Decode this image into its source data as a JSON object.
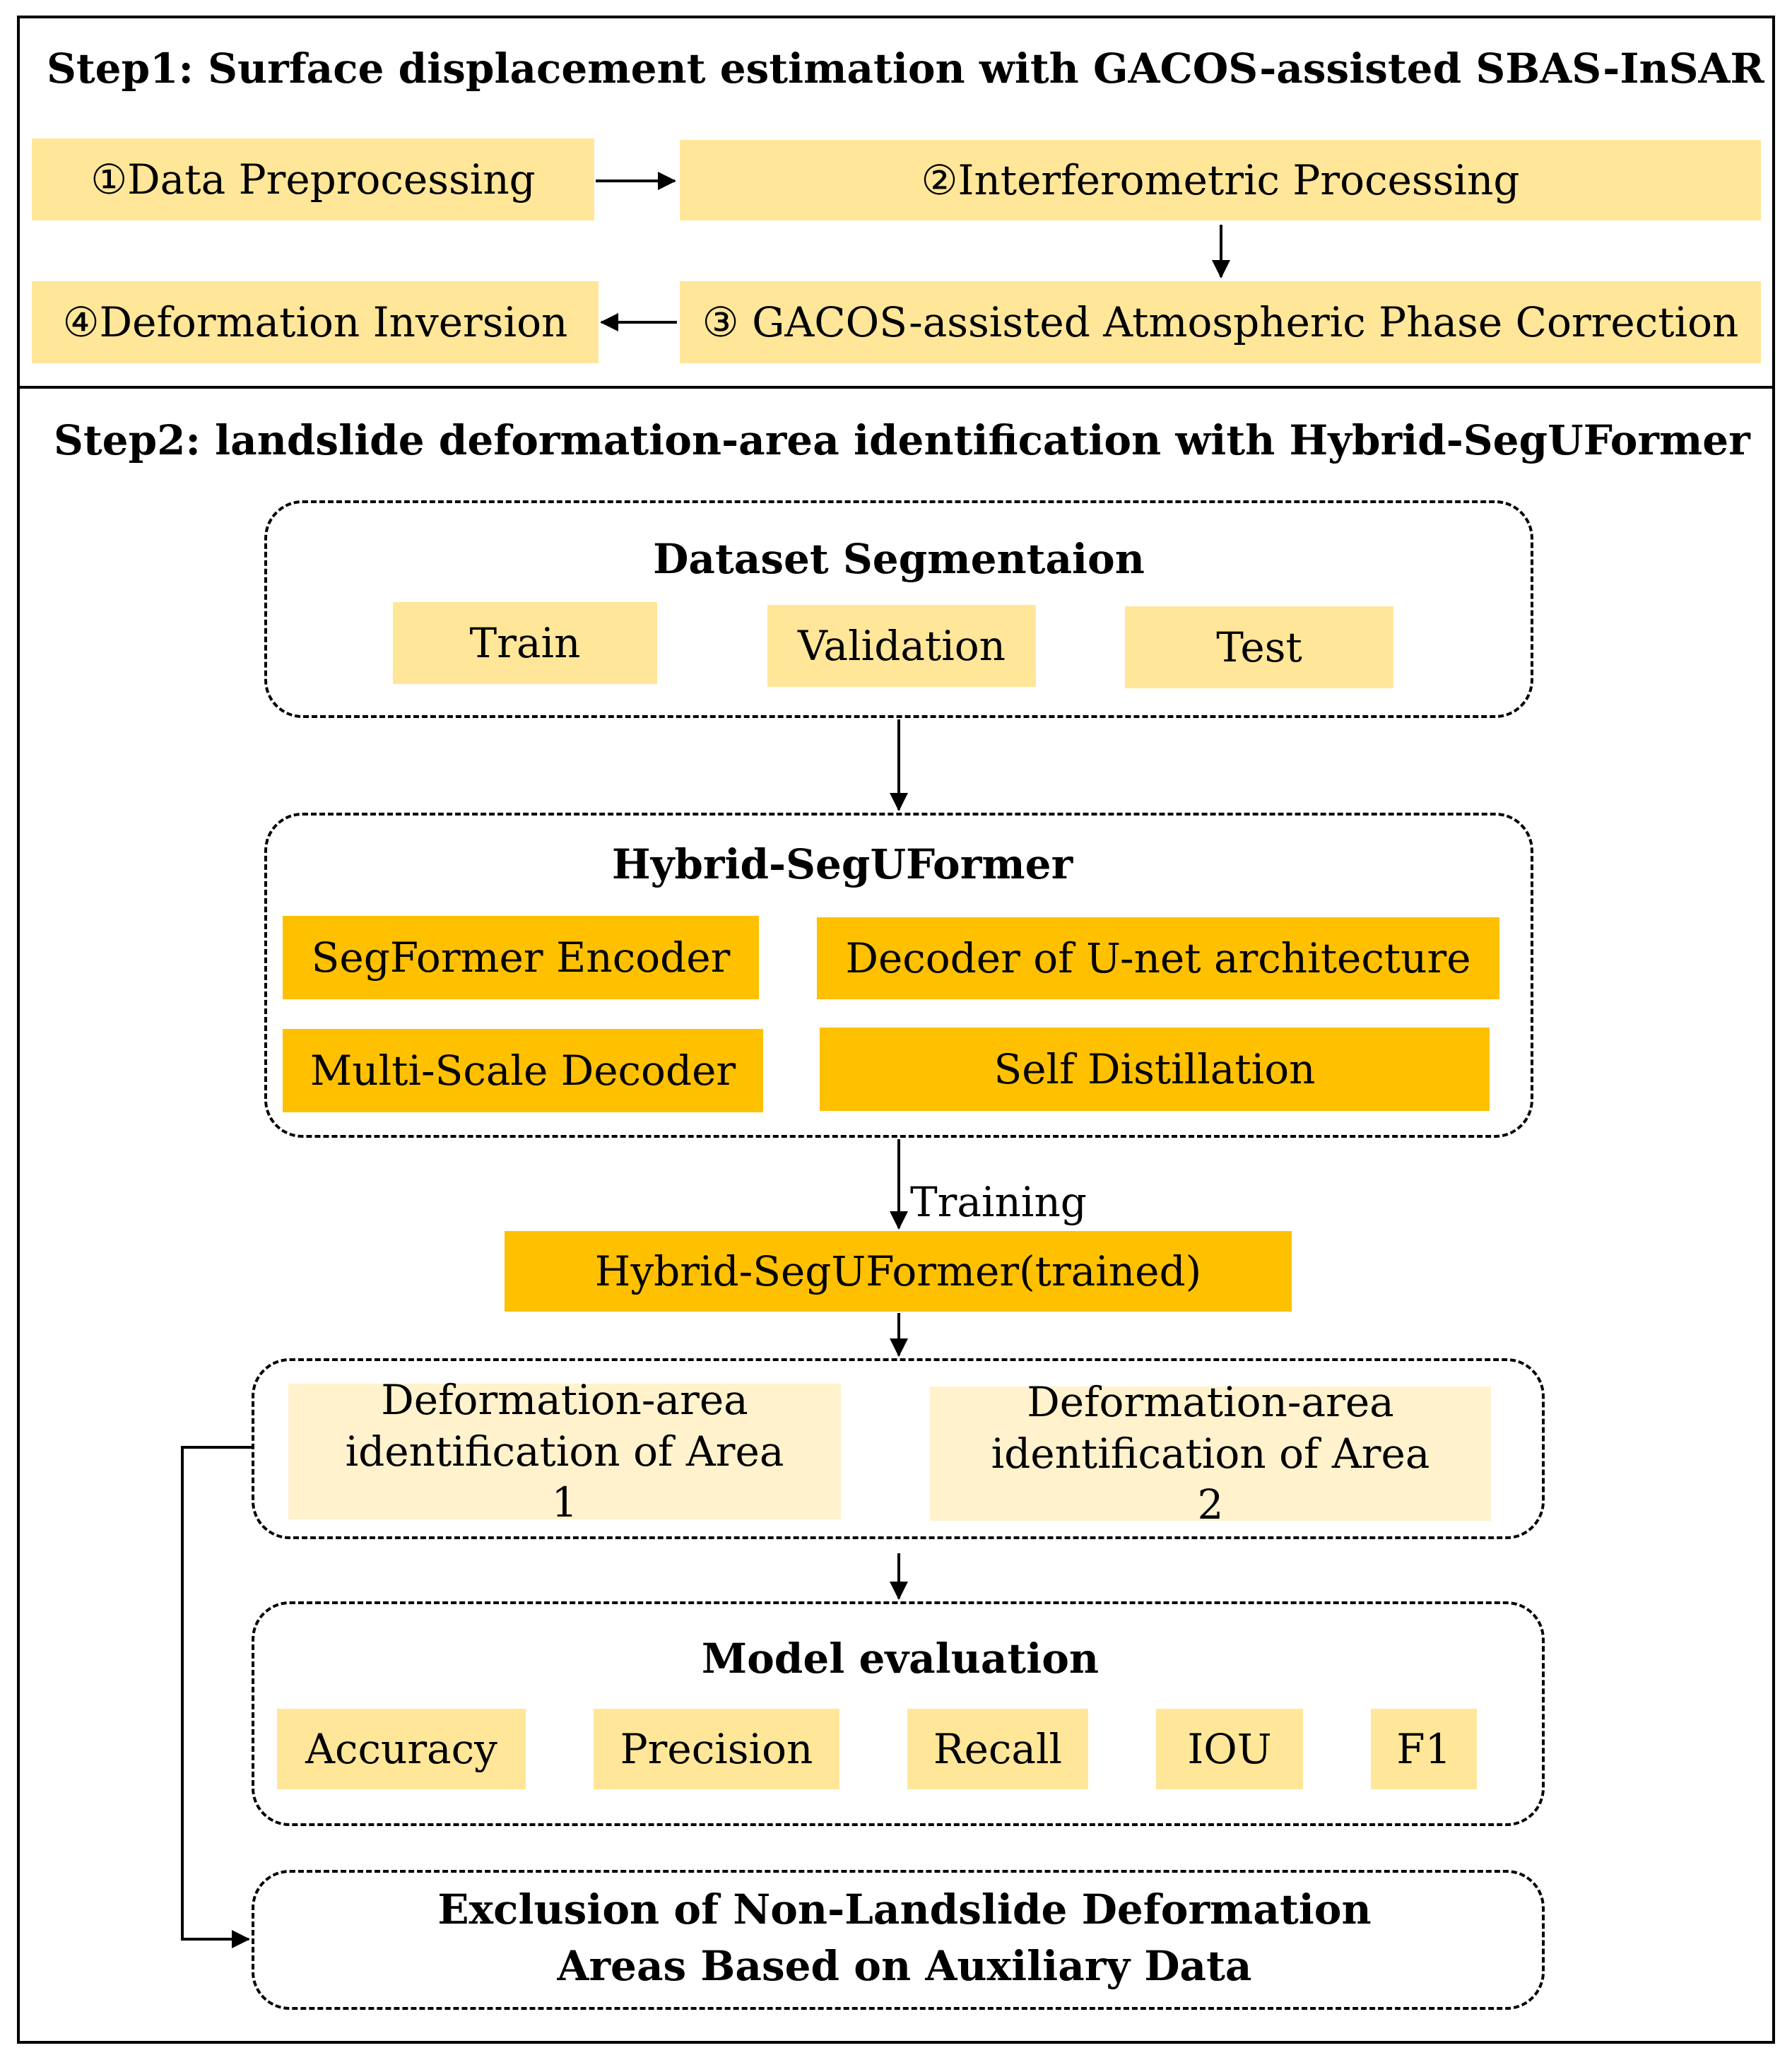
{
  "step1": {
    "title": "Step1: Surface displacement estimation with GACOS-assisted SBAS-InSAR",
    "boxes": [
      "①Data Preprocessing",
      "②Interferometric Processing",
      "③ GACOS-assisted Atmospheric Phase Correction",
      "④Deformation Inversion"
    ]
  },
  "step2": {
    "title": "Step2:  landslide deformation-area identification with Hybrid-SegUFormer",
    "dataset": {
      "title": "Dataset  Segmentaion",
      "items": [
        "Train",
        "Validation",
        "Test"
      ]
    },
    "model": {
      "title": "Hybrid-SegUFormer",
      "items": [
        "SegFormer Encoder",
        "Decoder of U-net architecture",
        "Multi-Scale Decoder",
        "Self Distillation"
      ]
    },
    "training_label": "Training",
    "trained": "Hybrid-SegUFormer(trained)",
    "identification": [
      "Deformation-area identification of  Area 1",
      "Deformation-area identification of  Area 2"
    ],
    "evaluation": {
      "title": "Model  evaluation",
      "metrics": [
        "Accuracy",
        "Precision",
        "Recall",
        "IOU",
        "F1"
      ]
    },
    "exclusion": "Exclusion  of Non-Landslide  Deformation Areas Based on Auxiliary  Data"
  },
  "colors": {
    "light_yellow": "#FFE699",
    "pale_yellow": "#FFF2CC",
    "gold": "#FFC000"
  }
}
